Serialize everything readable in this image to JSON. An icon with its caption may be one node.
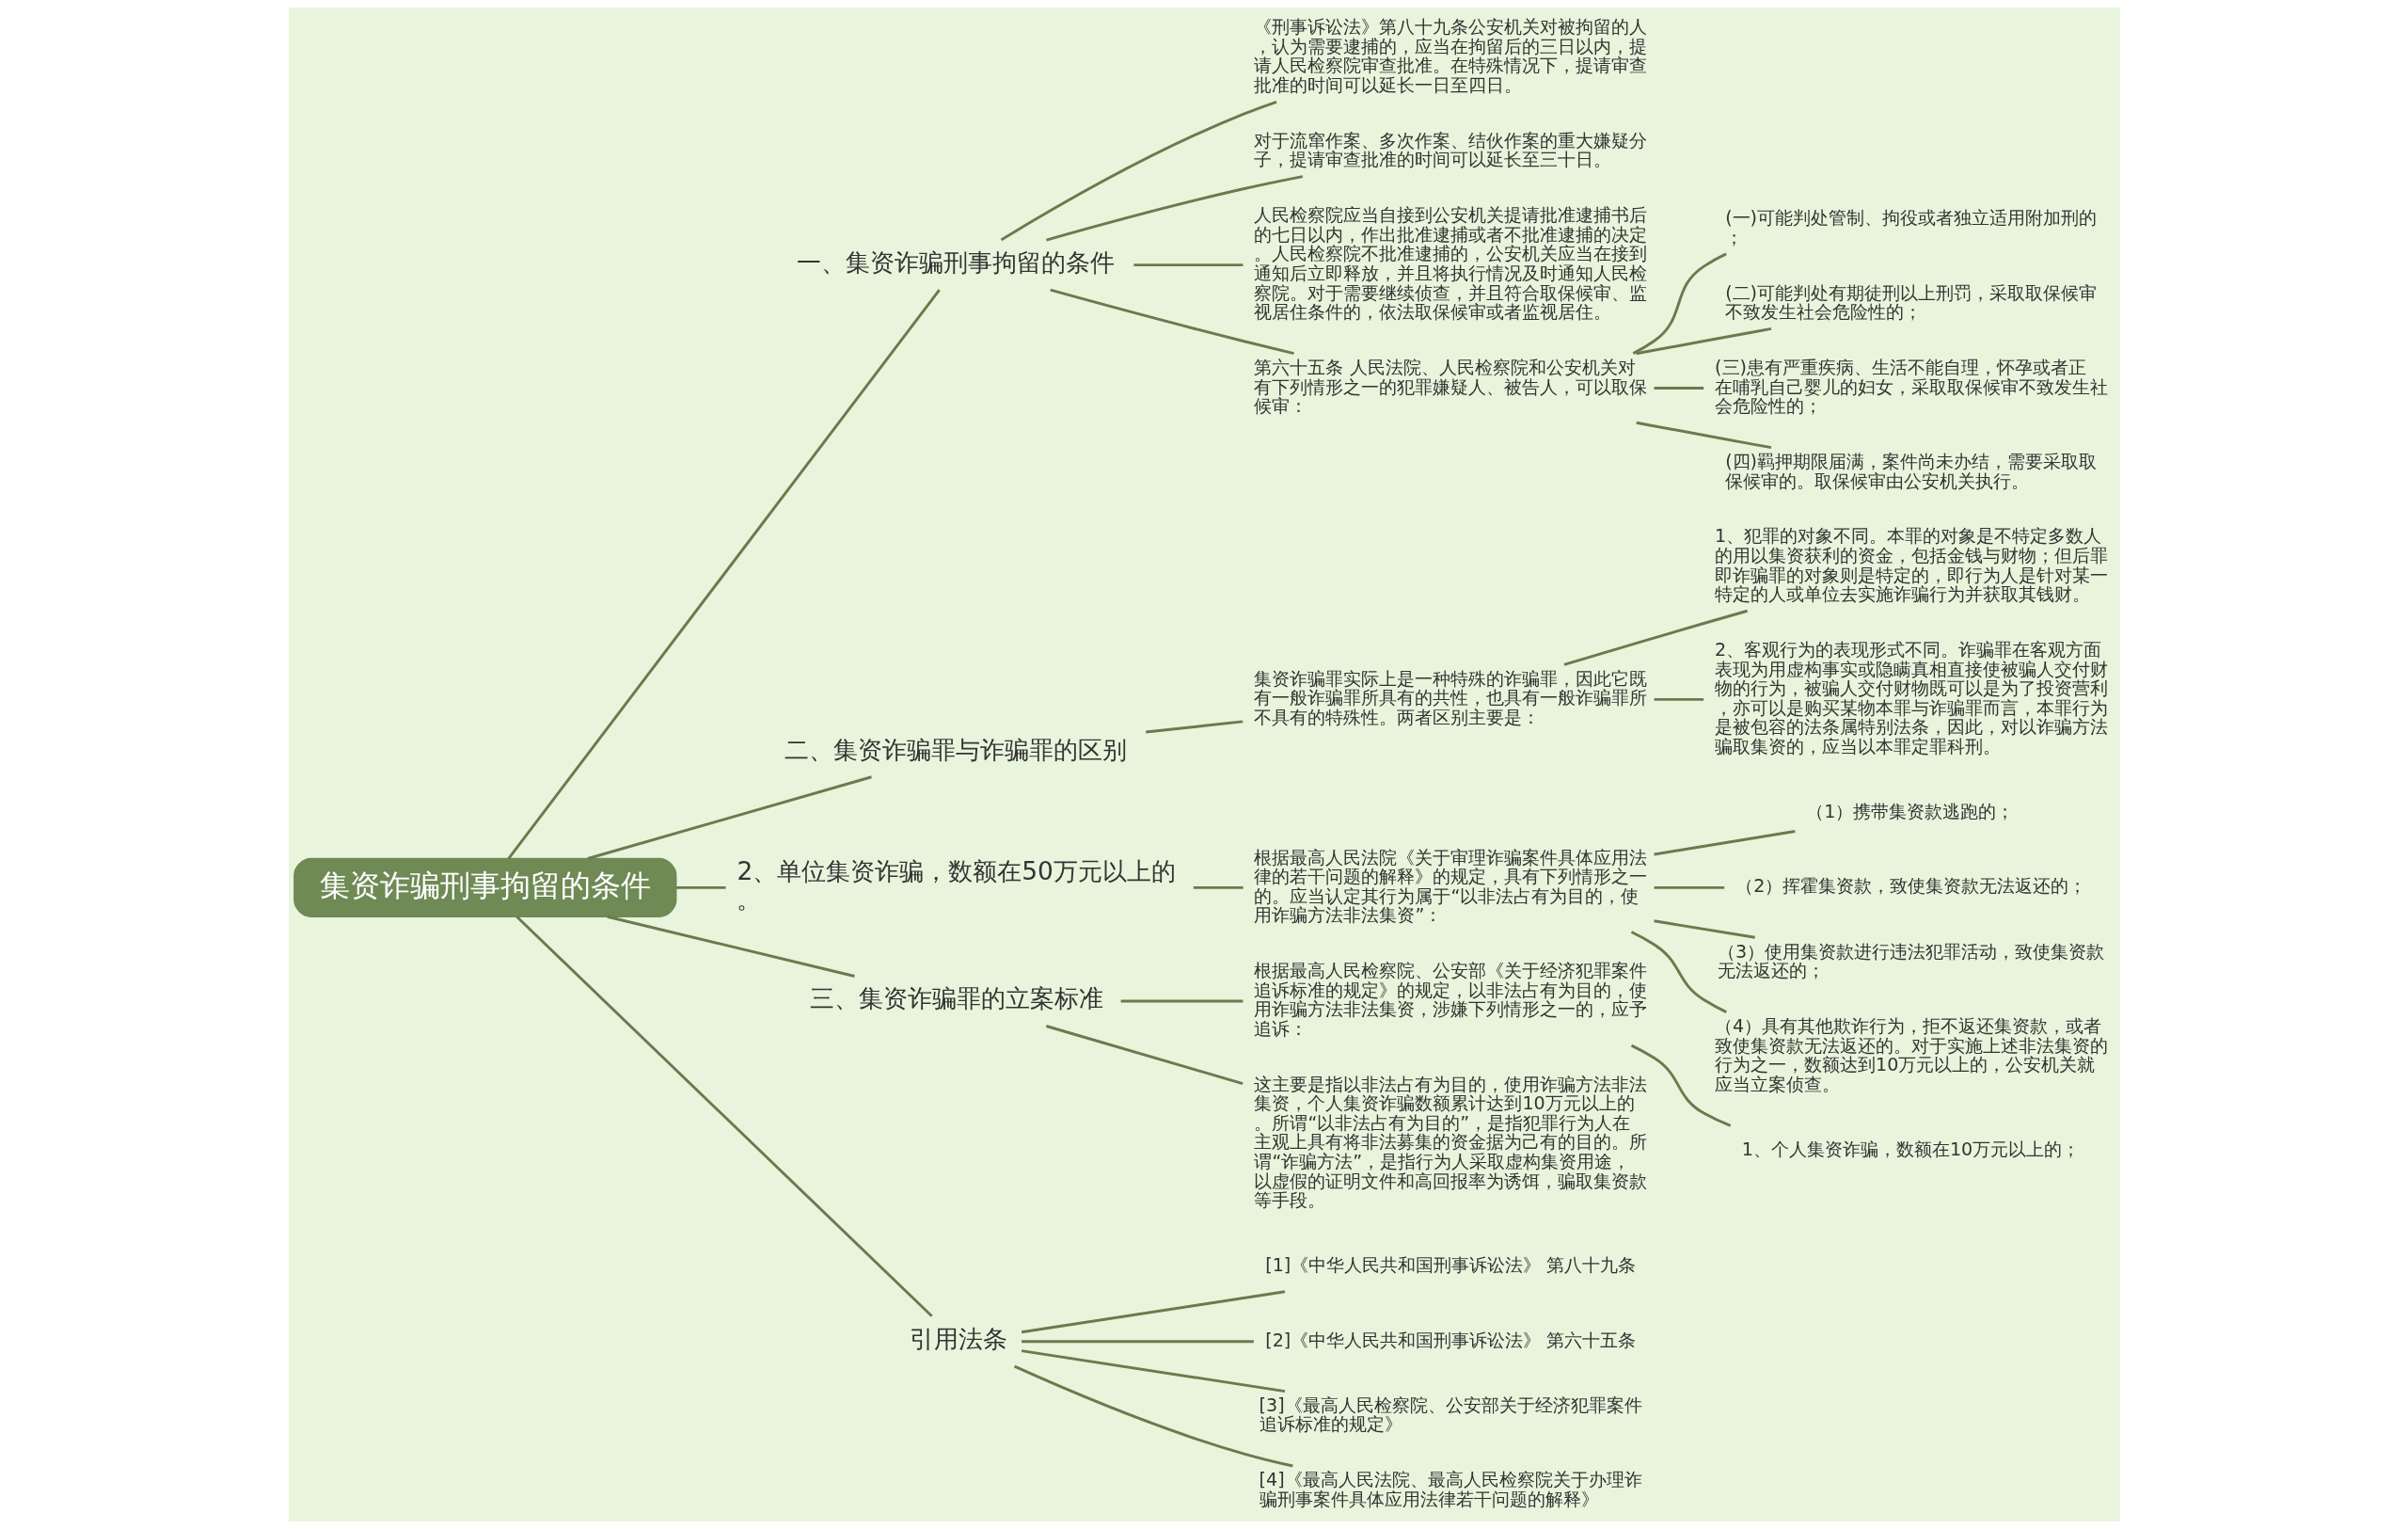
{
  "diagram": {
    "nodes": [
      {
        "text": [
          "集资诈骗刑事拘留的条件"
        ]
      },
      {
        "text": [
          "一、集资诈骗刑事拘留的条件"
        ]
      },
      {
        "text": [
          "《刑事诉讼法》第八十九条公安机关对被拘留的人，认为需要逮捕的，应当在拘留后的三日以内，提请人民检察院审查批准。在特殊情况下，提请审查批准的时间可以延长一日至四日。"
        ]
      },
      {
        "text": [
          "对于流窜作案、多次作案、结伙作案的重大嫌疑分子，提请审查批准的时间可以延长至三十日。"
        ]
      },
      {
        "text": [
          "人民检察院应当自接到公安机关提请批准逮捕书后的七日以内，作出批准逮捕或者不批准逮捕的决定。人民检察院不批准逮捕的，公安机关应当在接到通知后立即释放，并且将执行情况及时通知人民检察院。对于需要继续侦查，并且符合取保候审、监视居住条件的，依法取保候审或者监视居住。"
        ]
      },
      {
        "text": [
          "第六十五条 人民法院、人民检察院和公安机关对有下列情形之一的犯罪嫌疑人、被告人，可以取保候审："
        ]
      },
      {
        "text": [
          "(一)可能判处管制、拘役或者独立适用附加刑的；"
        ]
      },
      {
        "text": [
          "(二)可能判处有期徒刑以上刑罚，采取取保候审不致发生社会危险性的；"
        ]
      },
      {
        "text": [
          "(三)患有严重疾病、生活不能自理，怀孕或者正在哺乳自己婴儿的妇女，采取取保候审不致发生社会危险性的；"
        ]
      },
      {
        "text": [
          "(四)羁押期限届满，案件尚未办结，需要采取取保候审的。取保候审由公安机关执行。"
        ]
      },
      {
        "text": [
          "二、集资诈骗罪与诈骗罪的区别"
        ]
      },
      {
        "text": [
          "集资诈骗罪实际上是一种特殊的诈骗罪，因此它既有一般诈骗罪所具有的共性，也具有一般诈骗罪所不具有的特殊性。两者区别主要是："
        ]
      },
      {
        "text": [
          "1、犯罪的对象不同。本罪的对象是不特定多数人的用以集资获利的资金，包括金钱与财物；但后罪即诈骗罪的对象则是特定的，即行为人是针对某一特定的人或单位去实施诈骗行为并获取其钱财。"
        ]
      },
      {
        "text": [
          "2、客观行为的表现形式不同。诈骗罪在客观方面表现为用虚构事实或隐瞒真相直接使被骗人交付财物的行为，被骗人交付财物既可以是为了投资营利，亦可以是购买某物本罪与诈骗罪而言，本罪行为是被包容的法条属特别法条，因此，对以诈骗方法骗取集资的，应当以本罪定罪科刑。"
        ]
      },
      {
        "text": [
          "2、单位集资诈骗，数额在50万元以上的。"
        ]
      },
      {
        "text": [
          "根据最高人民法院《关于审理诈骗案件具体应用法律的若干问题的解释》的规定，具有下列情形之一的。应当认定其行为属于“以非法占有为目的，使用诈骗方法非法集资”："
        ]
      },
      {
        "text": [
          "（1）携带集资款逃跑的；"
        ]
      },
      {
        "text": [
          "（2）挥霍集资款，致使集资款无法返还的；"
        ]
      },
      {
        "text": [
          "（3）使用集资款进行违法犯罪活动，致使集资款无法返还的；"
        ]
      },
      {
        "text": [
          "（4）具有其他欺诈行为，拒不返还集资款，或者致使集资款无法返还的。对于实施上述非法集资的行为之一，数额达到10万元以上的，公安机关就应当立案侦查。"
        ]
      },
      {
        "text": [
          "三、集资诈骗罪的立案标准"
        ]
      },
      {
        "text": [
          "根据最高人民检察院、公安部《关于经济犯罪案件追诉标准的规定》的规定，以非法占有为目的，使用诈骗方法非法集资，涉嫌下列情形之一的，应予追诉："
        ]
      },
      {
        "text": [
          "1、个人集资诈骗，数额在10万元以上的；"
        ]
      },
      {
        "text": [
          "这主要是指以非法占有为目的，使用诈骗方法非法集资，个人集资诈骗数额累计达到10万元以上的。所谓“以非法占有为目的”，是指犯罪行为人在主观上具有将非法募集的资金据为己有的目的。所谓“诈骗方法”，是指行为人采取虚构集资用途，以虚假的证明文件和高回报率为诱饵，骗取集资款等手段。"
        ]
      },
      {
        "text": [
          "引用法条"
        ]
      },
      {
        "text": [
          "[1]《中华人民共和国刑事诉讼法》 第八十九条"
        ]
      },
      {
        "text": [
          "[2]《中华人民共和国刑事诉讼法》 第六十五条"
        ]
      },
      {
        "text": [
          "[3]《最高人民检察院、公安部关于经济犯罪案件追诉标准的规定》"
        ]
      },
      {
        "text": [
          "[4]《最高人民法院、最高人民检察院关于办理诈骗刑事案件具体应用法律若干问题的解释》"
        ]
      }
    ],
    "edges": [
      {
        "from": 0,
        "to": 1,
        "arrow": "none"
      },
      {
        "from": 1,
        "to": 2,
        "arrow": "none"
      },
      {
        "from": 1,
        "to": 3,
        "arrow": "none"
      },
      {
        "from": 1,
        "to": 4,
        "arrow": "none"
      },
      {
        "from": 1,
        "to": 5,
        "arrow": "none"
      },
      {
        "from": 5,
        "to": 6,
        "arrow": "none"
      },
      {
        "from": 5,
        "to": 7,
        "arrow": "none"
      },
      {
        "from": 5,
        "to": 8,
        "arrow": "none"
      },
      {
        "from": 5,
        "to": 9,
        "arrow": "none"
      },
      {
        "from": 0,
        "to": 10,
        "arrow": "none"
      },
      {
        "from": 10,
        "to": 11,
        "arrow": "none"
      },
      {
        "from": 11,
        "to": 12,
        "arrow": "none"
      },
      {
        "from": 11,
        "to": 13,
        "arrow": "none"
      },
      {
        "from": 0,
        "to": 14,
        "arrow": "none"
      },
      {
        "from": 14,
        "to": 15,
        "arrow": "none"
      },
      {
        "from": 15,
        "to": 16,
        "arrow": "none"
      },
      {
        "from": 15,
        "to": 17,
        "arrow": "none"
      },
      {
        "from": 15,
        "to": 18,
        "arrow": "none"
      },
      {
        "from": 15,
        "to": 19,
        "arrow": "none"
      },
      {
        "from": 0,
        "to": 20,
        "arrow": "none"
      },
      {
        "from": 20,
        "to": 21,
        "arrow": "none"
      },
      {
        "from": 21,
        "to": 22,
        "arrow": "none"
      },
      {
        "from": 20,
        "to": 23,
        "arrow": "none"
      },
      {
        "from": 0,
        "to": 24,
        "arrow": "none"
      },
      {
        "from": 24,
        "to": 25,
        "arrow": "none"
      },
      {
        "from": 24,
        "to": 26,
        "arrow": "none"
      },
      {
        "from": 24,
        "to": 27,
        "arrow": "none"
      },
      {
        "from": 24,
        "to": 28,
        "arrow": "none"
      }
    ]
  }
}
